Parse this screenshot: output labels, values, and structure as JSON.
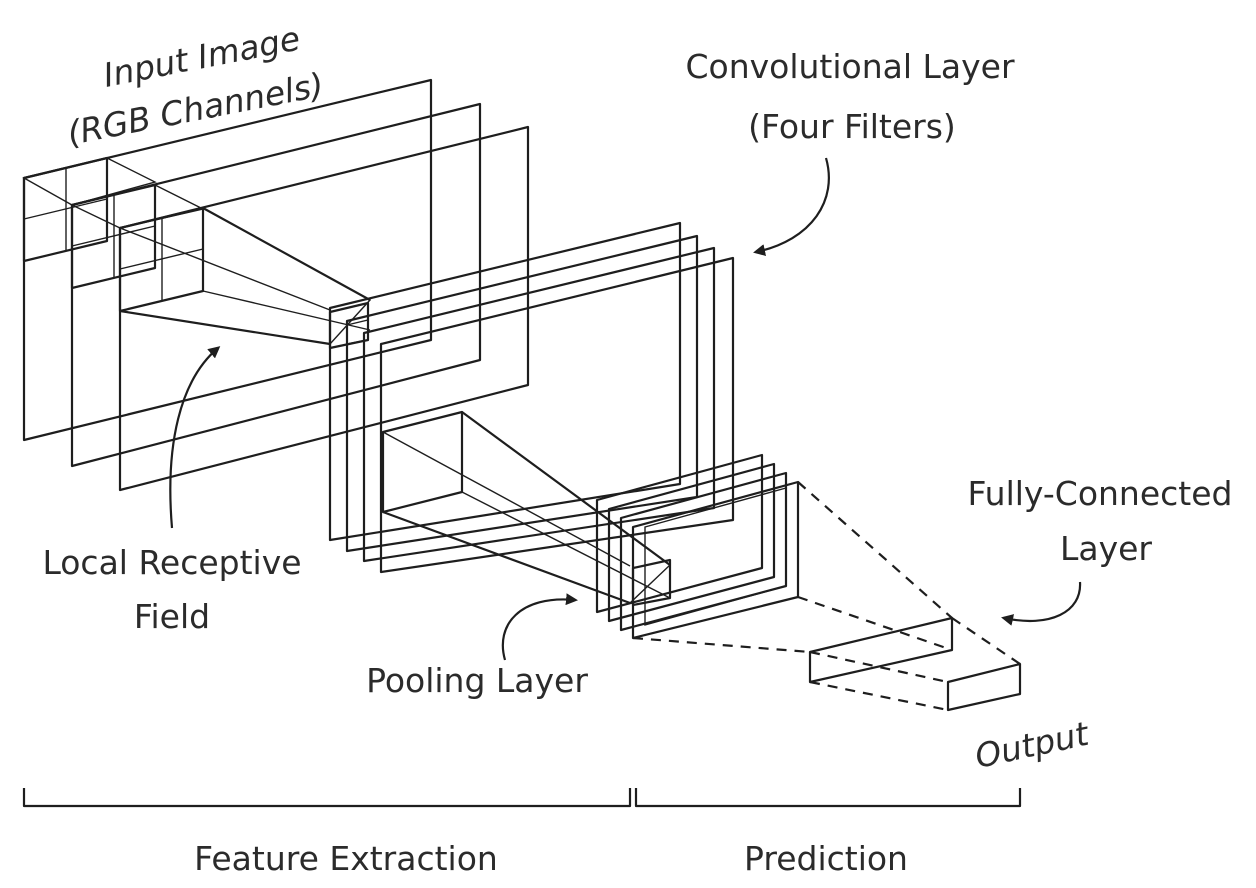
{
  "labels": {
    "input_line1": "Input Image",
    "input_line2": "(RGB Channels)",
    "conv_line1": "Convolutional Layer",
    "conv_line2": "(Four Filters)",
    "receptive_line1": "Local Receptive",
    "receptive_line2": "Field",
    "pooling": "Pooling Layer",
    "fc_line1": "Fully-Connected",
    "fc_line2": "Layer",
    "output": "Output",
    "feature_extraction": "Feature Extraction",
    "prediction": "Prediction"
  },
  "colors": {
    "red_channel": "#ef6a6e",
    "green_channel": "#72c993",
    "blue_channel": "#6b73c2",
    "filter_gray": "#d0d0d4",
    "highlight_yellow": "#f1f1d6",
    "outline": "#1e1e1e"
  }
}
